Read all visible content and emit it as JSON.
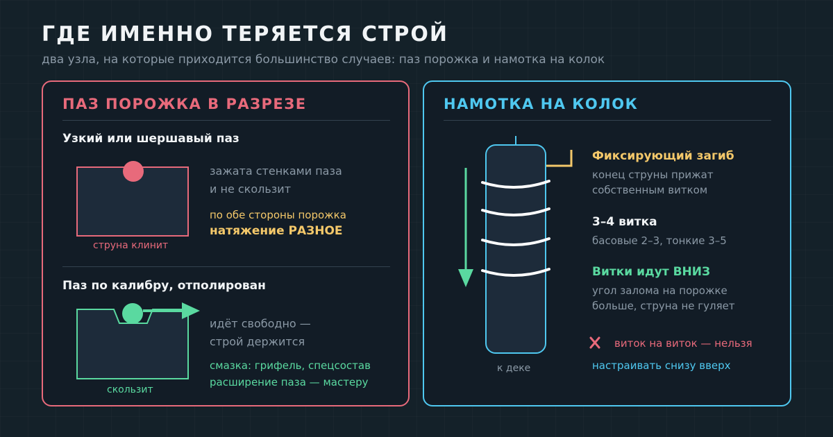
{
  "header": {
    "title": "ГДЕ ИМЕННО ТЕРЯЕТСЯ СТРОЙ",
    "subtitle": "два узла, на которые приходится большинство случаев: паз порожка и намотка на колок"
  },
  "colors": {
    "accent_red": "#e86a7b",
    "accent_yellow": "#f4c86a",
    "accent_green": "#5ad9a0",
    "accent_blue": "#4fc8f0"
  },
  "left_panel": {
    "title": "ПАЗ ПОРОЖКА В РАЗРЕЗЕ",
    "bad": {
      "heading": "Узкий или шершавый паз",
      "desc_line1": "зажата стенками паза",
      "desc_line2": "и не скользит",
      "warn_line1": "по обе стороны порожка",
      "warn_line2": "натяжение РАЗНОЕ",
      "caption": "струна клинит"
    },
    "good": {
      "heading": "Паз по калибру, отполирован",
      "desc_line1": "идёт свободно —",
      "desc_line2": "строй держится",
      "tip_line1": "смазка: грифель, спецсостав",
      "tip_line2": "расширение паза — мастеру",
      "caption": "скользит"
    }
  },
  "right_panel": {
    "title": "НАМОТКА НА КОЛОК",
    "peg_caption": "к деке",
    "items": [
      {
        "heading": "Фиксирующий загиб",
        "line1": "конец струны прижат",
        "line2": "собственным витком"
      },
      {
        "heading": "3–4 витка",
        "line1": "басовые 2–3, тонкие 3–5"
      },
      {
        "heading": "Витки идут ВНИЗ",
        "line1": "угол залома на порожке",
        "line2": "больше, струна не гуляет"
      }
    ],
    "warning": "виток на виток — нельзя",
    "tip": "настраивать снизу вверх"
  }
}
